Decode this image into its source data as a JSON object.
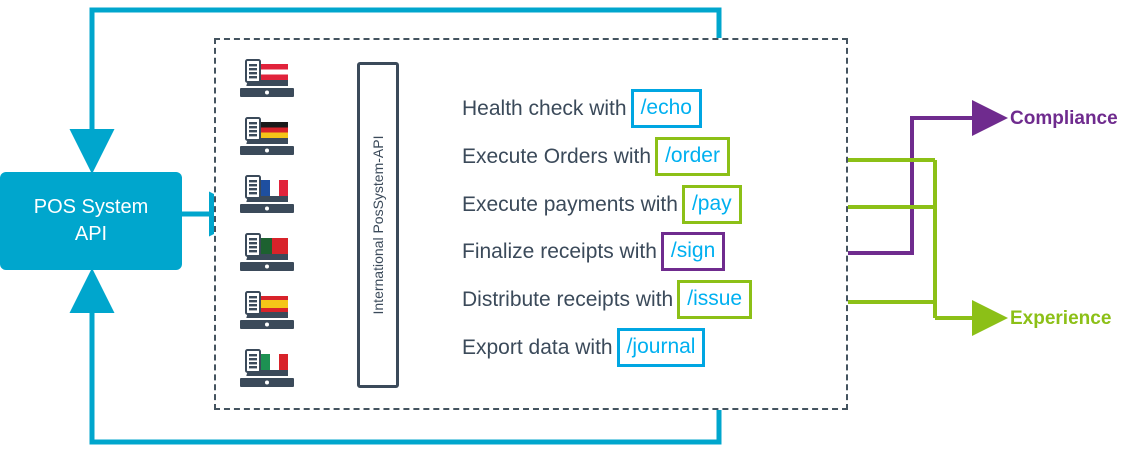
{
  "source": {
    "label": "POS System\nAPI",
    "line1": "POS System",
    "line2": "API",
    "color": "#00a6cd"
  },
  "panel": {
    "vertical_label": "International PosSystem-API",
    "border_color": "#44535f",
    "border_style": "dashed"
  },
  "terminals": [
    {
      "name": "pos-terminal-austria",
      "country": "Austria",
      "flag": "AT"
    },
    {
      "name": "pos-terminal-germany",
      "country": "Germany",
      "flag": "DE"
    },
    {
      "name": "pos-terminal-france",
      "country": "France",
      "flag": "FR"
    },
    {
      "name": "pos-terminal-portugal",
      "country": "Portugal",
      "flag": "PT"
    },
    {
      "name": "pos-terminal-spain",
      "country": "Spain",
      "flag": "ES"
    },
    {
      "name": "pos-terminal-italy",
      "country": "Italy",
      "flag": "IT"
    }
  ],
  "endpoints": [
    {
      "label": "Health check with",
      "endpoint": "/echo",
      "color": "#00a6e2",
      "accent": "blue"
    },
    {
      "label": "Execute Orders with",
      "endpoint": "/order",
      "color": "#8cc017",
      "accent": "green"
    },
    {
      "label": "Execute payments with",
      "endpoint": "/pay",
      "color": "#8cc017",
      "accent": "green"
    },
    {
      "label": "Finalize receipts with",
      "endpoint": "/sign",
      "color": "#6f2b8e",
      "accent": "purple"
    },
    {
      "label": "Distribute receipts with",
      "endpoint": "/issue",
      "color": "#8cc017",
      "accent": "green"
    },
    {
      "label": "Export data with",
      "endpoint": "/journal",
      "color": "#00a6e2",
      "accent": "blue"
    }
  ],
  "outcomes": [
    {
      "label": "Compliance",
      "color": "#6f2b8e"
    },
    {
      "label": "Experience",
      "color": "#8cc017"
    }
  ],
  "colors": {
    "cyan": "#00a6cd",
    "endpoint_text": "#00b0f0",
    "body_text": "#3b4a5a",
    "green": "#8cc017",
    "purple": "#6f2b8e",
    "blue": "#00a6e2"
  }
}
